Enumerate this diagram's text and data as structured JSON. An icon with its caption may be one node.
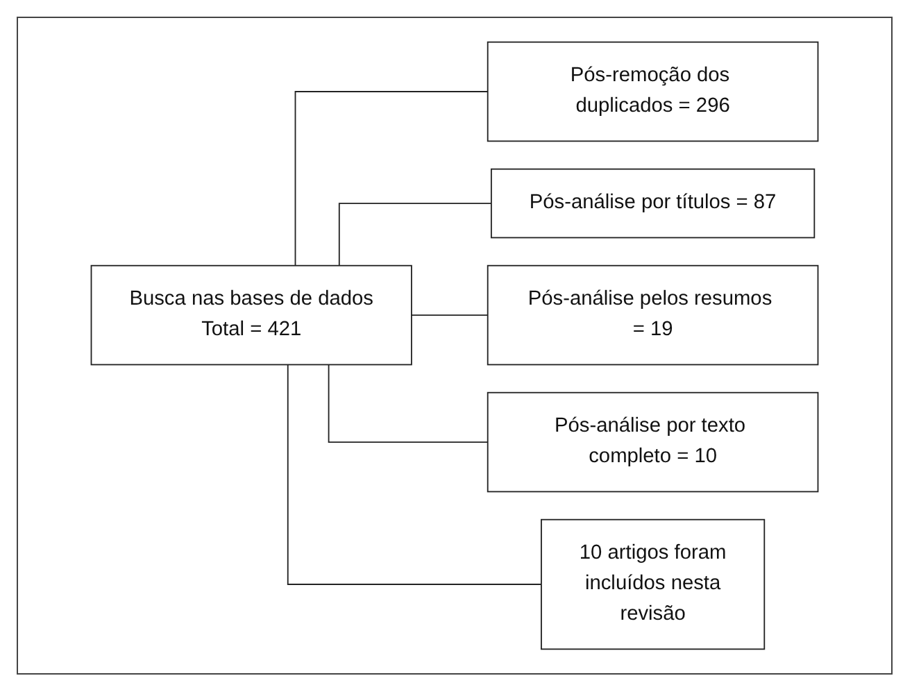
{
  "diagram": {
    "nodes": [
      {
        "text": [
          "Busca nas bases de dados Total = 421"
        ]
      },
      {
        "text": [
          "Pós-remoção dos duplicados = 296"
        ]
      },
      {
        "text": [
          "Pós-análise por títulos = 87"
        ]
      },
      {
        "text": [
          "Pós-análise pelos resumos = 19"
        ]
      },
      {
        "text": [
          "Pós-análise por texto completo = 10"
        ]
      },
      {
        "text": [
          "10 artigos foram incluídos nesta revisão"
        ]
      }
    ],
    "edges": [
      {
        "from": 0,
        "to": 1,
        "arrow": "none"
      },
      {
        "from": 0,
        "to": 2,
        "arrow": "none"
      },
      {
        "from": 0,
        "to": 3,
        "arrow": "none"
      },
      {
        "from": 0,
        "to": 4,
        "arrow": "none"
      },
      {
        "from": 0,
        "to": 5,
        "arrow": "none"
      }
    ]
  }
}
